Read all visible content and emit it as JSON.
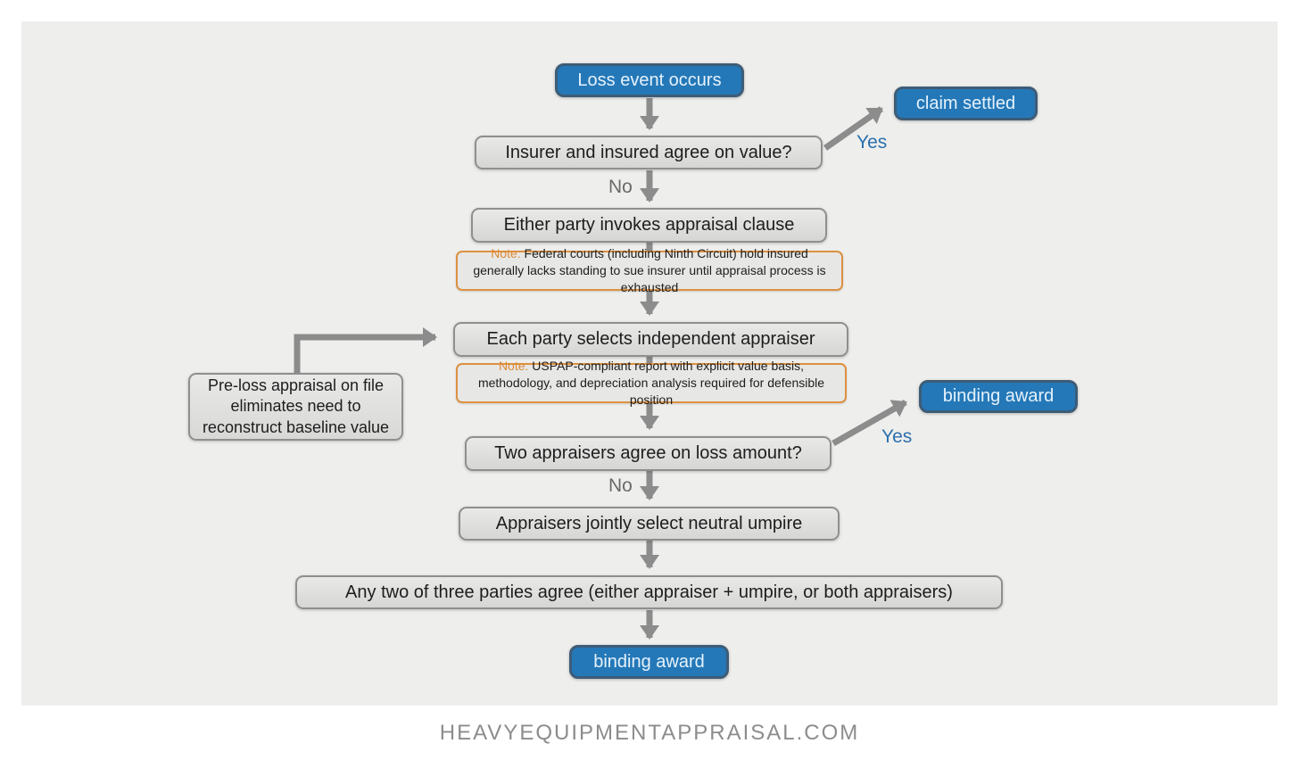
{
  "flowchart": {
    "start": "Loss event occurs",
    "q_value_agree": "Insurer and insured agree on value?",
    "claim_settled": "claim settled",
    "invoke_clause": "Either party invokes appraisal clause",
    "note_standing": {
      "prefix": "Note:",
      "text": "Federal courts (including Ninth Circuit) hold insured generally lacks standing to sue insurer until appraisal process is exhausted"
    },
    "select_appraisers": "Each party selects independent appraiser",
    "note_uspap": {
      "prefix": "Note:",
      "text": "USPAP-compliant report with explicit value basis, methodology, and depreciation analysis required for defensible position"
    },
    "preloss_note": "Pre-loss appraisal on file eliminates need to reconstruct baseline value",
    "q_loss_agree": "Two appraisers agree on loss amount?",
    "binding_award_right": "binding award",
    "select_umpire": "Appraisers jointly select neutral umpire",
    "any_two_agree": "Any two of three parties agree (either appraiser + umpire, or both appraisers)",
    "binding_award_end": "binding award",
    "labels": {
      "yes_top": "Yes",
      "no_top": "No",
      "yes_mid": "Yes",
      "no_mid": "No"
    }
  },
  "colors": {
    "terminal_blue": "#2478b8",
    "terminal_border": "#3d5c77",
    "note_orange_border": "#dd9140",
    "arrow_gray": "#8c8c8c",
    "yes_blue": "#2a6fae",
    "no_gray": "#6a6a6a",
    "panel_bg": "#eeeeec"
  },
  "footer": {
    "watermark": "HEAVYEQUIPMENTAPPRAISAL.COM"
  }
}
